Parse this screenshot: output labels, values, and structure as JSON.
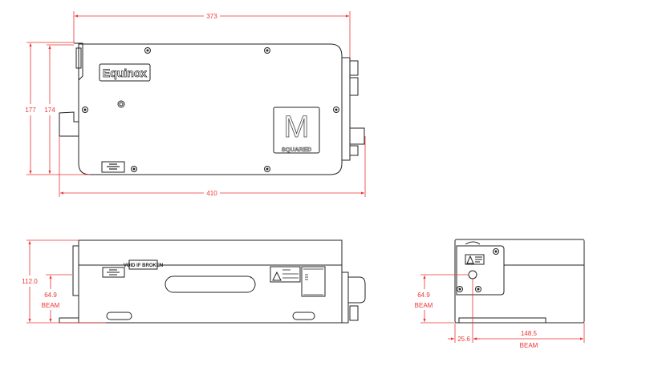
{
  "top_view": {
    "brand_label": "Equinox",
    "logo_letter": "M",
    "logo_text": "SQUARED",
    "dimensions": {
      "width_body": "373",
      "width_total": "410",
      "height_total": "177",
      "height_body": "174"
    }
  },
  "side_view": {
    "seal_label": "VOID IF BROKEN",
    "dimensions": {
      "height": "112.0",
      "beam_height": "64.9",
      "beam_label": "BEAM"
    }
  },
  "end_view": {
    "dimensions": {
      "beam_height": "64.9",
      "beam_label": "BEAM",
      "beam_offset": "25.6",
      "beam_to_edge": "148.5",
      "beam_to_edge_label": "BEAM"
    }
  },
  "colors": {
    "dimension": "#ee3333",
    "outline": "#222222"
  }
}
